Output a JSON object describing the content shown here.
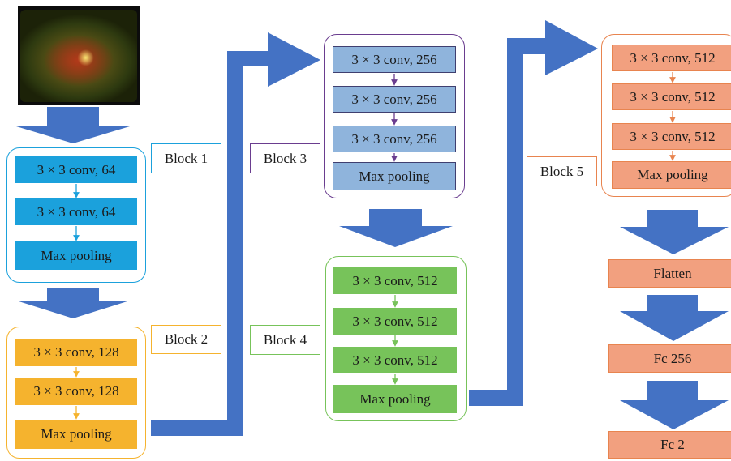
{
  "block1": {
    "label": "Block 1",
    "layers": [
      "3 × 3 conv, 64",
      "3 × 3 conv, 64",
      "Max pooling"
    ],
    "color": "#1ba1dc"
  },
  "block2": {
    "label": "Block 2",
    "layers": [
      "3 × 3 conv, 128",
      "3 × 3 conv, 128",
      "Max pooling"
    ],
    "color": "#f5b32e"
  },
  "block3": {
    "label": "Block 3",
    "layers": [
      "3 × 3 conv, 256",
      "3 × 3 conv, 256",
      "3 × 3 conv, 256",
      "Max pooling"
    ],
    "color": "#8fb4dc",
    "border_color": "#6a3d8f"
  },
  "block4": {
    "label": "Block 4",
    "layers": [
      "3 × 3 conv, 512",
      "3 × 3 conv, 512",
      "3 × 3 conv, 512",
      "Max pooling"
    ],
    "color": "#77c35a"
  },
  "block5": {
    "label": "Block 5",
    "layers": [
      "3 × 3 conv, 512",
      "3 × 3 conv, 512",
      "3 × 3 conv, 512",
      "Max pooling"
    ],
    "color": "#f2a07f",
    "border_color": "#e8844f"
  },
  "head": {
    "layers": [
      "Flatten",
      "Fc 256",
      "Fc 2"
    ],
    "color": "#f2a07f"
  },
  "arrow_color": "#4472c4",
  "input_image": "retinal-fundus-image"
}
